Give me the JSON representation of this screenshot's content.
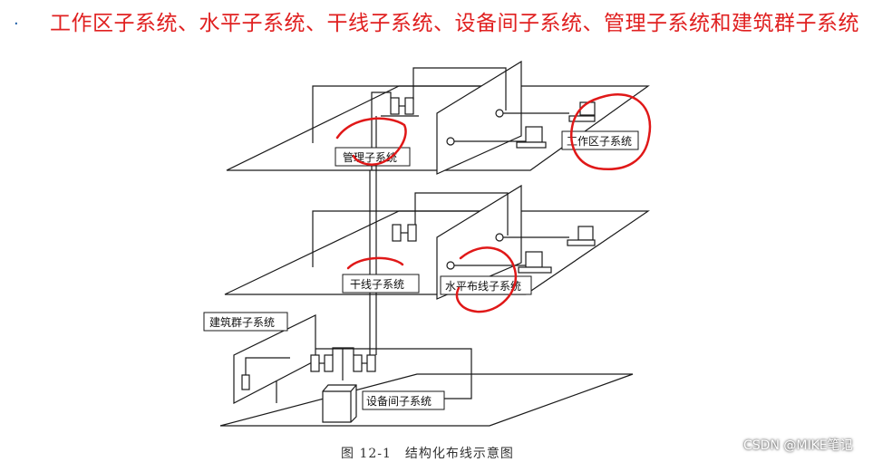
{
  "slide": {
    "bullet": "·",
    "title": "工作区子系统、水平子系统、干线子系统、设备间子系统、管理子系统和建筑群子系统"
  },
  "diagram": {
    "labels": {
      "management": "管理子系统",
      "work_area": "工作区子系统",
      "backbone": "干线子系统",
      "horizontal": "水平布线子系统",
      "campus": "建筑群子系统",
      "equipment_room": "设备间子系统"
    },
    "caption": "图 12-1　结构化布线示意图"
  },
  "watermark": "CSDN @MIKE笔记",
  "colors": {
    "title": "#e02020",
    "annotation": "#e01818",
    "line": "#1a1a1a"
  }
}
